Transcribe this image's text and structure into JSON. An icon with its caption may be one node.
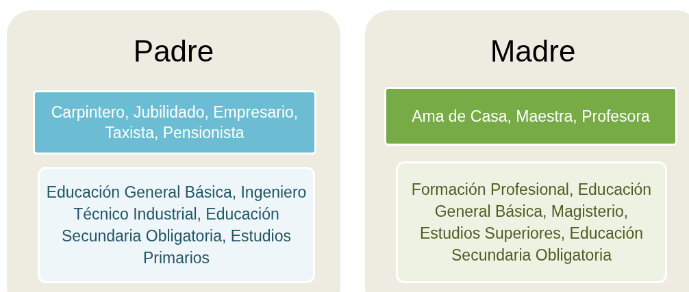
{
  "diagram": {
    "nodes": [
      {
        "text": [
          "Padre"
        ]
      },
      {
        "text": [
          "Carpintero, Jubilidado, Empresario, Taxista, Pensionista"
        ],
        "in": 0
      },
      {
        "text": [
          "Educación General Básica, Ingeniero Técnico Industrial, Educación Secundaria Obligatoria, Estudios Primarios"
        ],
        "in": 0
      },
      {
        "text": [
          "Madre"
        ]
      },
      {
        "text": [
          "Ama de Casa, Maestra, Profesora"
        ],
        "in": 3
      },
      {
        "text": [
          "Formación Profesional, Educación General Básica, Magisterio, Estudios Superiores, Educación Secundaria Obligatoria"
        ],
        "in": 3
      }
    ]
  }
}
